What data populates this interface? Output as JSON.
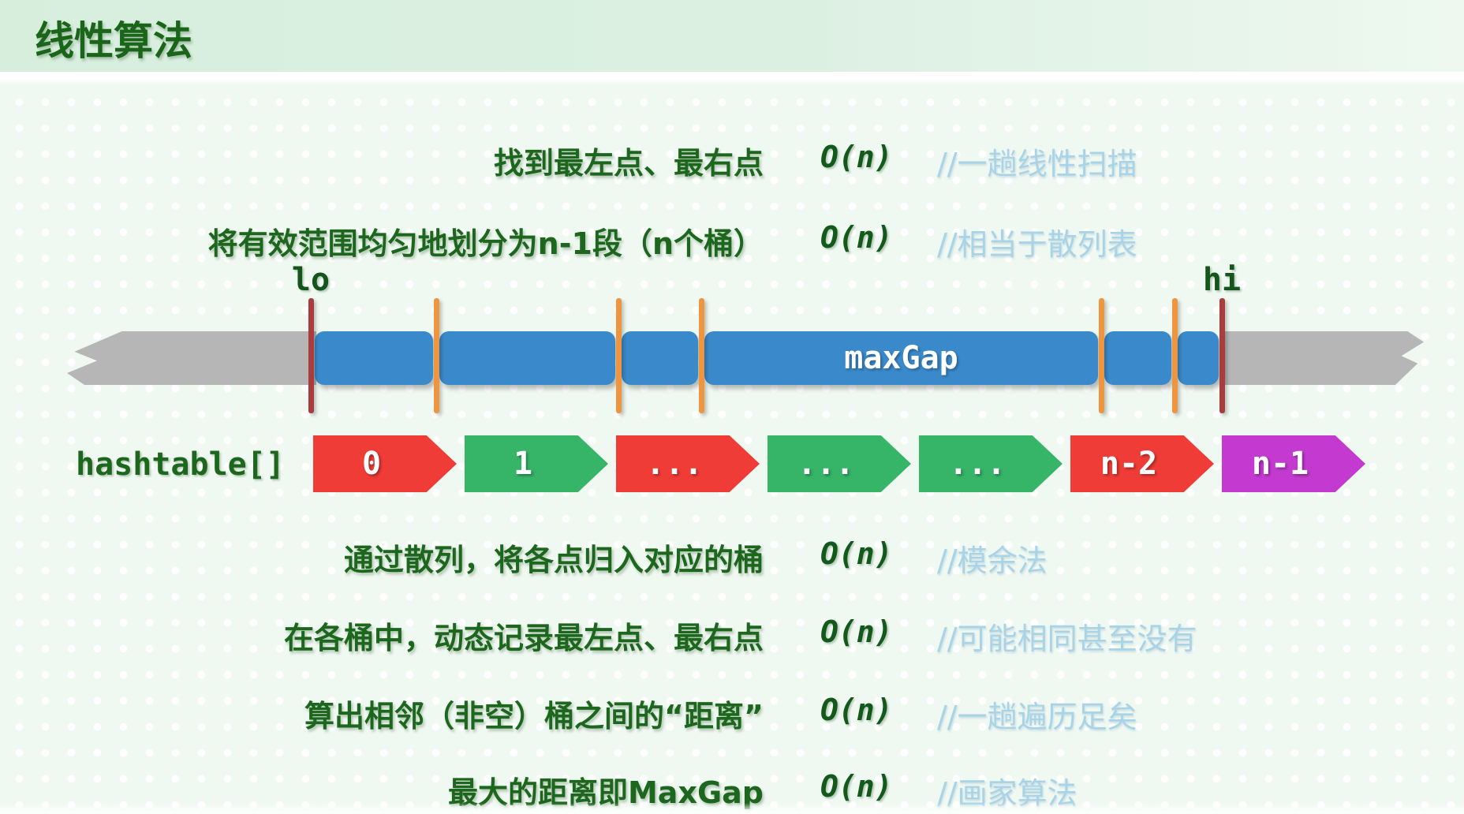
{
  "title": "线性算法",
  "steps": [
    {
      "text": "找到最左点、最右点",
      "complexity": "O(n)",
      "comment": "//一趟线性扫描"
    },
    {
      "text": "将有效范围均匀地划分为n-1段（n个桶）",
      "complexity": "O(n)",
      "comment": "//相当于散列表"
    },
    {
      "text": "通过散列，将各点归入对应的桶",
      "complexity": "O(n)",
      "comment": "//模余法"
    },
    {
      "text": "在各桶中，动态记录最左点、最右点",
      "complexity": "O(n)",
      "comment": "//可能相同甚至没有"
    },
    {
      "text": "算出相邻（非空）桶之间的“距离”",
      "complexity": "O(n)",
      "comment": "//一趟遍历足矣"
    },
    {
      "text": "最大的距离即MaxGap",
      "complexity": "O(n)",
      "comment": "//画家算法"
    }
  ],
  "diagram": {
    "lo_label": "lo",
    "hi_label": "hi",
    "maxgap_label": "maxGap",
    "hashtable_label": "hashtable[]",
    "buckets": [
      {
        "label": "0",
        "color": "#f03c36"
      },
      {
        "label": "1",
        "color": "#36b467"
      },
      {
        "label": "...",
        "color": "#f03c36"
      },
      {
        "label": "...",
        "color": "#36b467"
      },
      {
        "label": "...",
        "color": "#36b467"
      },
      {
        "label": "n-2",
        "color": "#f03c36"
      },
      {
        "label": "n-1",
        "color": "#c43ad1"
      }
    ],
    "colors": {
      "bar_blue": "#3a8acb",
      "bar_gray": "#b6b6b6",
      "tick_orange": "#f0953f",
      "tick_dark_red": "#a93c3c",
      "text_green": "#1d661d",
      "comment_blue": "#a9d3e6",
      "header_band_green": "#d7eedd"
    }
  }
}
